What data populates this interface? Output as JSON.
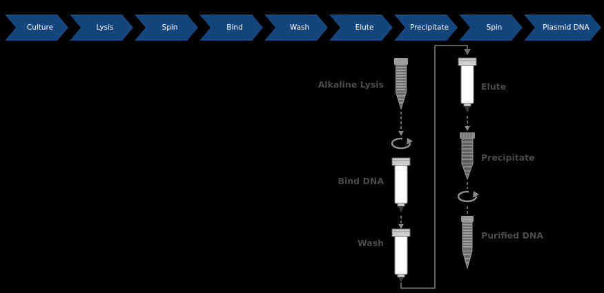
{
  "colors": {
    "background": "#000000",
    "chevron_fill": "#14457d",
    "chevron_text": "#ffffff",
    "label_text": "#4a4a4a",
    "line": "#7d7d7d"
  },
  "flow": {
    "steps": [
      {
        "label": "Culture"
      },
      {
        "label": "Lysis"
      },
      {
        "label": "Spin"
      },
      {
        "label": "Bind"
      },
      {
        "label": "Wash"
      },
      {
        "label": "Elute"
      },
      {
        "label": "Precipitate"
      },
      {
        "label": "Spin"
      },
      {
        "label": "Plasmid DNA"
      }
    ]
  },
  "diagram": {
    "left_column": [
      {
        "label": "Alkaline Lysis",
        "icon": "microcentrifuge-tube-icon"
      },
      {
        "label": "Bind DNA",
        "icon": "spin-column-icon"
      },
      {
        "label": "Wash",
        "icon": "spin-column-icon"
      }
    ],
    "right_column": [
      {
        "label": "Elute",
        "icon": "spin-column-icon"
      },
      {
        "label": "Precipitate",
        "icon": "conical-tube-icon"
      },
      {
        "label": "Purified DNA",
        "icon": "microcentrifuge-tube-icon"
      }
    ],
    "spin_icons": [
      {
        "icon": "rotate-spin-icon"
      },
      {
        "icon": "rotate-spin-icon"
      }
    ]
  }
}
